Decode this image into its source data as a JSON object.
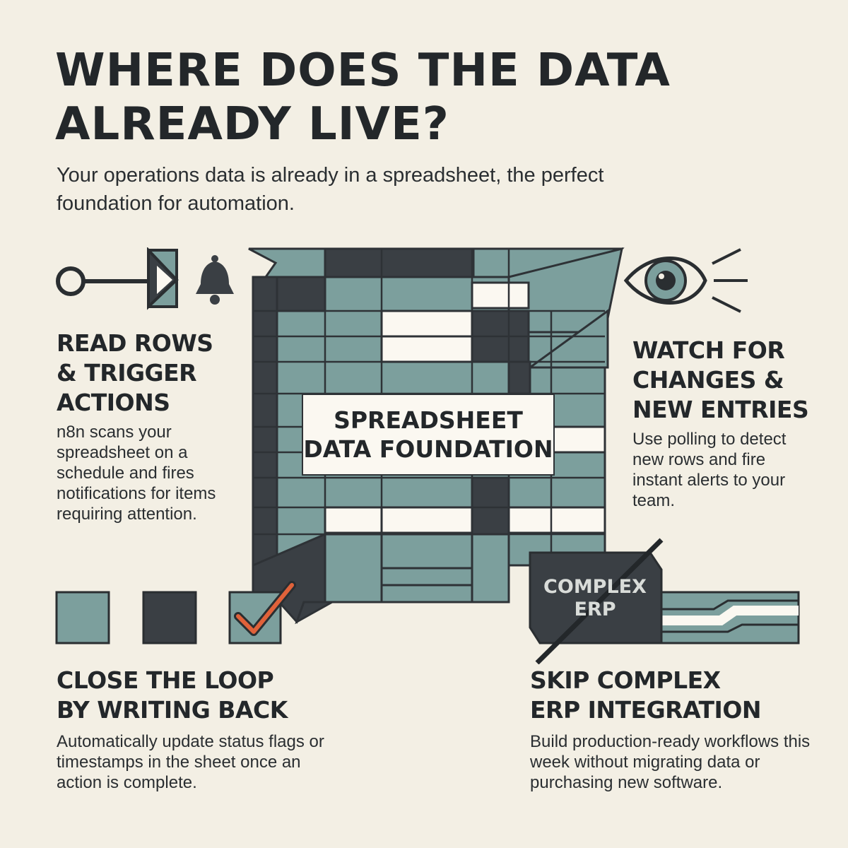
{
  "header": {
    "title": "WHERE DOES THE DATA ALREADY LIVE?",
    "subtitle": "Your operations data is already in a spreadsheet, the perfect foundation for automation."
  },
  "center": {
    "label_line1": "SPREADSHEET",
    "label_line2": "DATA FOUNDATION"
  },
  "sections": {
    "read_rows": {
      "heading": "READ ROWS & TRIGGER ACTIONS",
      "body": "n8n scans your spreadsheet on a schedule and fires notifications for items requiring attention.",
      "icons": [
        "connector-icon",
        "arrow-gate-icon",
        "bell-icon"
      ]
    },
    "watch": {
      "heading": "WATCH FOR CHANGES & NEW ENTRIES",
      "body": "Use polling to detect new rows and fire instant alerts to your team.",
      "icons": [
        "eye-icon"
      ]
    },
    "close_loop": {
      "heading": "CLOSE THE LOOP BY WRITING BACK",
      "body": "Automatically update status flags or timestamps in the sheet once an action is complete.",
      "icons": [
        "teal-square-icon",
        "dark-square-icon",
        "checkmark-icon"
      ]
    },
    "skip_erp": {
      "heading": "SKIP COMPLEX ERP INTEGRATION",
      "body": "Build production-ready workflows this week without migrating data or purchasing new software.",
      "erp_label_line1": "COMPLEX",
      "erp_label_line2": "ERP",
      "icons": [
        "crossed-out-erp-icon"
      ]
    }
  },
  "colors": {
    "background": "#f3efe4",
    "teal": "#7c9f9d",
    "dark": "#3a3f44",
    "ink": "#23272a",
    "accent": "#e0623a",
    "cell_light": "#fbf8f1"
  }
}
